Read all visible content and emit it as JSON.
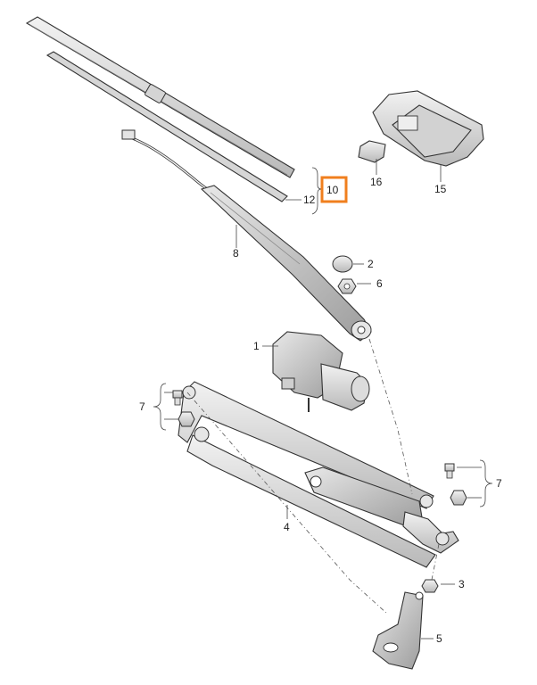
{
  "callouts": {
    "c1": "1",
    "c2": "2",
    "c3": "3",
    "c4": "4",
    "c5": "5",
    "c6": "6",
    "c7a": "7",
    "c7b": "7",
    "c8": "8",
    "c10": "10",
    "c12": "12",
    "c15": "15",
    "c16": "16"
  },
  "highlight_color": "#f07f1e"
}
